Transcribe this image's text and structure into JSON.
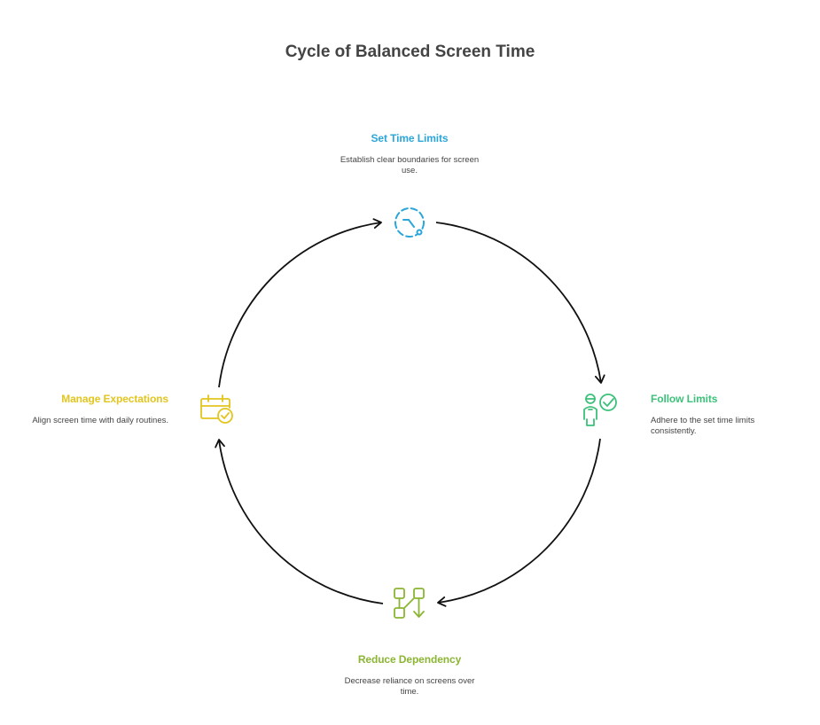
{
  "title": "Cycle of Balanced Screen Time",
  "colors": {
    "title": "#444444",
    "arrows": "#111111",
    "top": "#2aa6d9",
    "right": "#3cc07a",
    "bottom": "#8bb533",
    "left": "#e2c51e"
  },
  "steps": {
    "top": {
      "title": "Set Time Limits",
      "description": "Establish clear boundaries for screen use.",
      "icon": "clock-icon"
    },
    "right": {
      "title": "Follow Limits",
      "description": "Adhere to the set time limits consistently.",
      "icon": "person-check-icon"
    },
    "bottom": {
      "title": "Reduce Dependency",
      "description": "Decrease reliance on screens over time.",
      "icon": "flow-reduce-icon"
    },
    "left": {
      "title": "Manage Expectations",
      "description": "Align screen time with daily routines.",
      "icon": "calendar-check-icon"
    }
  }
}
